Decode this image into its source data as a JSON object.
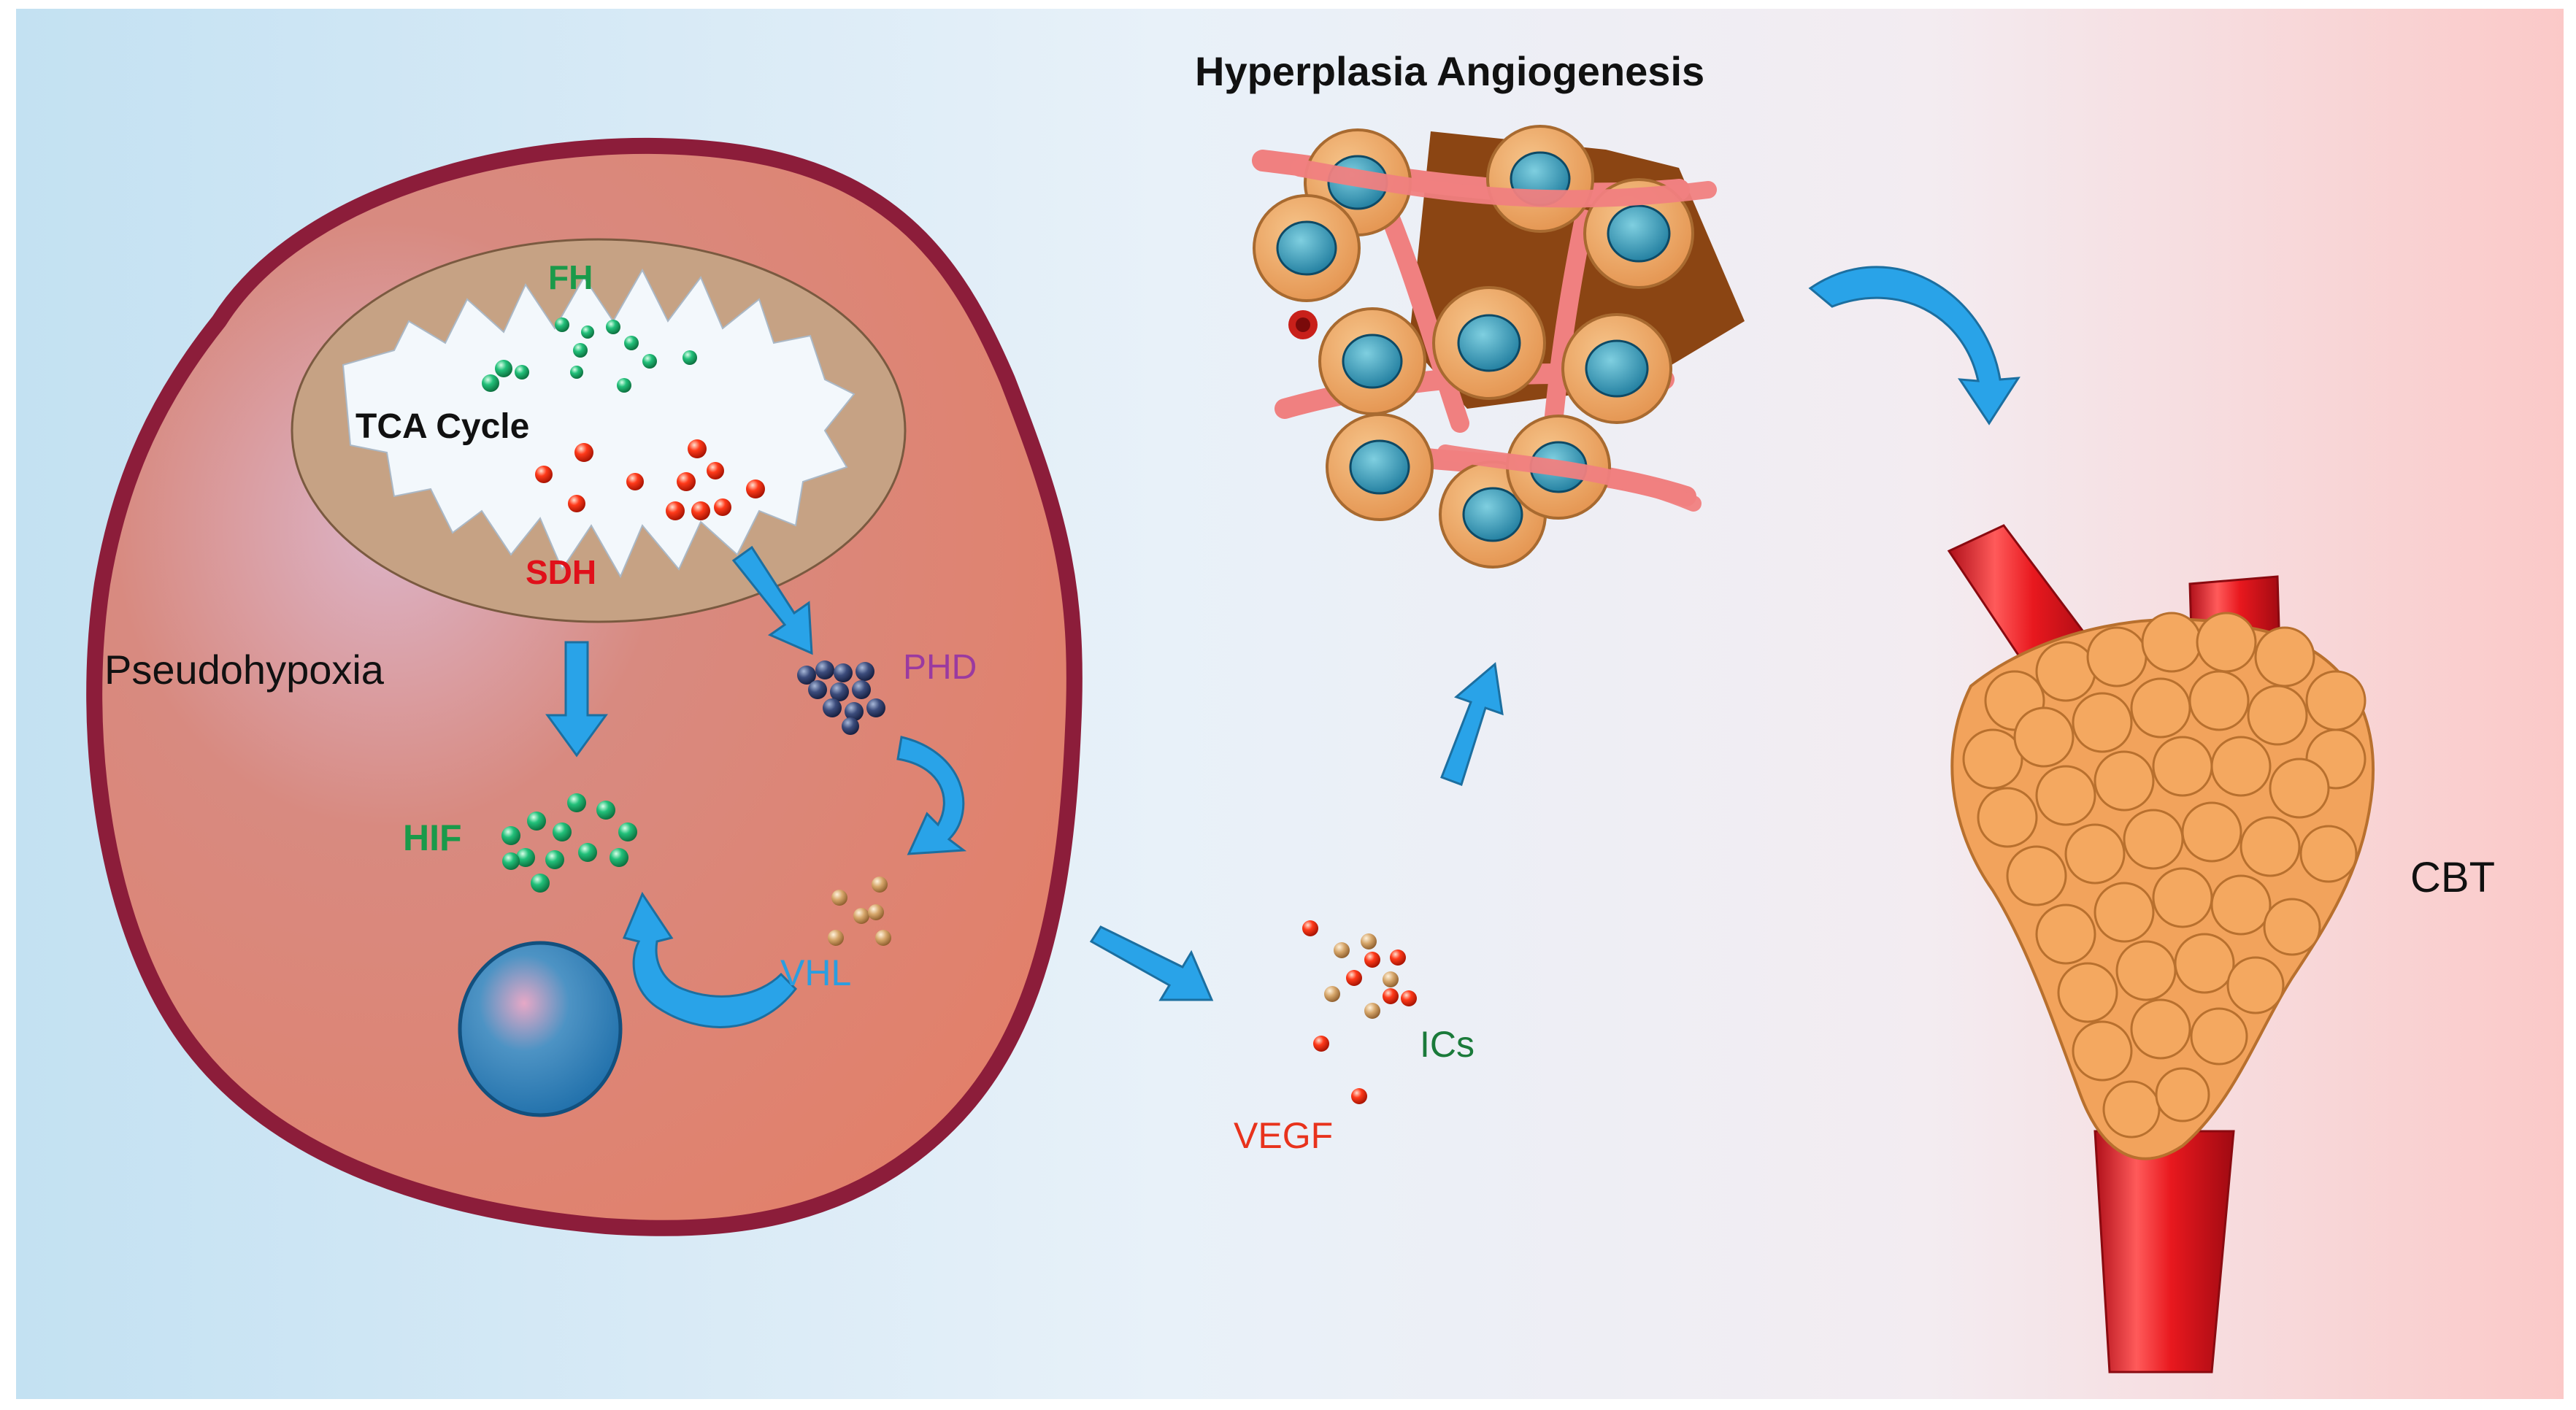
{
  "title": "Hyperplasia  Angiogenesis",
  "labels": {
    "fh": "FH",
    "tca": "TCA Cycle",
    "sdh": "SDH",
    "pseudohypoxia": "Pseudohypoxia",
    "phd": "PHD",
    "hif": "HIF",
    "vhl": "VHL",
    "ics": "ICs",
    "vegf": "VEGF",
    "cbt": "CBT"
  },
  "colors": {
    "fh": "#1a9a4a",
    "hif": "#1a9a4a",
    "ics": "#1a7a3a",
    "sdh": "#e0101a",
    "vegf": "#e8321c",
    "phd": "#9a3aa0",
    "vhl": "#2a9ee0",
    "dark_text": "#111111",
    "cell_fill": "#dd8472",
    "cell_border": "#8c1d3a",
    "arrow": "#29a3e8"
  }
}
